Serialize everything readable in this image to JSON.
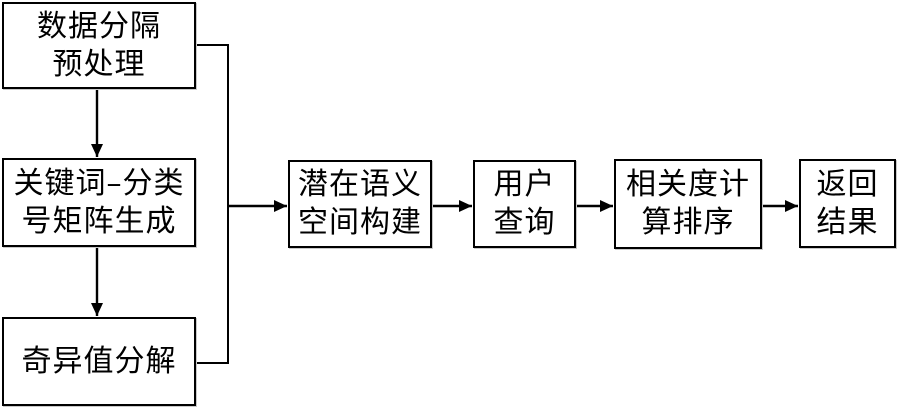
{
  "diagram": {
    "type": "flowchart",
    "background_color": "#ffffff",
    "line_color": "#000000",
    "box_fill": "#ffffff",
    "box_border_color": "#000000",
    "nodes": [
      {
        "id": "data-split-preprocess",
        "label": "数据分隔\n预处理"
      },
      {
        "id": "keyword-category-matrix",
        "label": "关键词–分类\n号矩阵生成"
      },
      {
        "id": "svd",
        "label": "奇异值分解"
      },
      {
        "id": "latent-semantic-space",
        "label": "潜在语义\n空间构建"
      },
      {
        "id": "user-query",
        "label": "用户\n查询"
      },
      {
        "id": "relevance-ranking",
        "label": "相关度计\n算排序"
      },
      {
        "id": "return-results",
        "label": "返回\n结果"
      }
    ],
    "edges": [
      {
        "from": "data-split-preprocess",
        "to": "keyword-category-matrix",
        "type": "arrow-down"
      },
      {
        "from": "keyword-category-matrix",
        "to": "svd",
        "type": "arrow-down"
      },
      {
        "from": "data-split-preprocess",
        "to": "right-junction-line",
        "type": "plain-line"
      },
      {
        "from": "svd",
        "to": "right-junction-line",
        "type": "plain-line"
      },
      {
        "from": "right-junction-line",
        "to": "latent-semantic-space",
        "type": "arrow-right"
      },
      {
        "from": "latent-semantic-space",
        "to": "user-query",
        "type": "arrow-right"
      },
      {
        "from": "user-query",
        "to": "relevance-ranking",
        "type": "arrow-right"
      },
      {
        "from": "relevance-ranking",
        "to": "return-results",
        "type": "arrow-right"
      }
    ]
  }
}
